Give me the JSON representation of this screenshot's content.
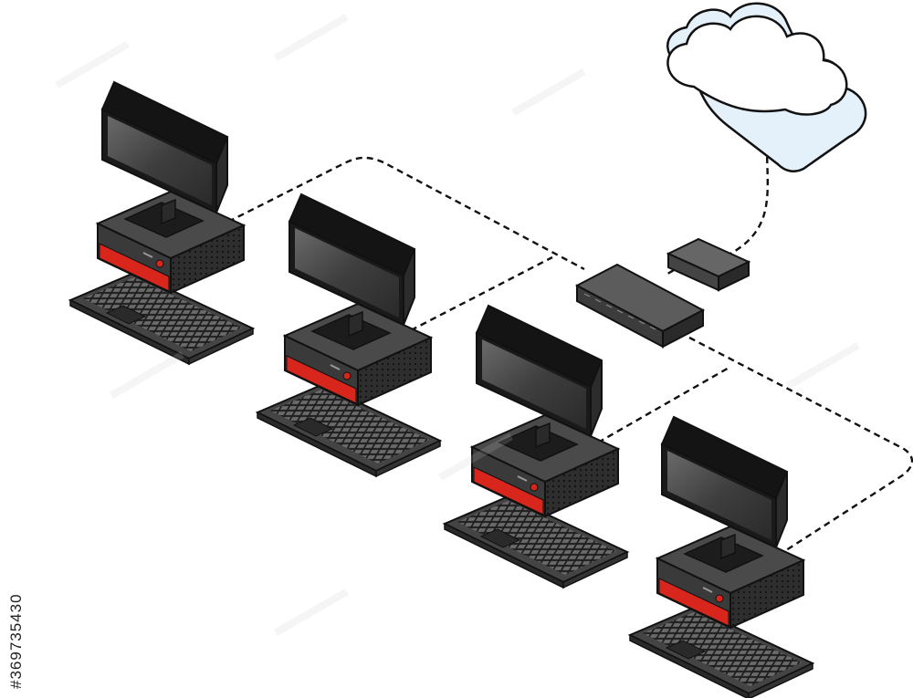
{
  "image_id_text": "#369735430",
  "diagram": {
    "nodes": [
      {
        "id": "cloud",
        "icon": "cloud-icon"
      },
      {
        "id": "modem",
        "icon": "modem-icon"
      },
      {
        "id": "switch",
        "icon": "network-switch-icon"
      },
      {
        "id": "pc-1",
        "icon": "desktop-computer-icon"
      },
      {
        "id": "pc-2",
        "icon": "desktop-computer-icon"
      },
      {
        "id": "pc-3",
        "icon": "desktop-computer-icon"
      },
      {
        "id": "pc-4",
        "icon": "desktop-computer-icon"
      }
    ],
    "links": [
      {
        "from": "cloud",
        "to": "modem",
        "style": "dashed"
      },
      {
        "from": "modem",
        "to": "switch",
        "style": "dashed"
      },
      {
        "from": "switch",
        "to": "pc-1",
        "style": "dashed"
      },
      {
        "from": "switch",
        "to": "pc-2",
        "style": "dashed"
      },
      {
        "from": "switch",
        "to": "pc-3",
        "style": "dashed"
      },
      {
        "from": "switch",
        "to": "pc-4",
        "style": "dashed"
      }
    ]
  },
  "colors": {
    "cloud_fill": "#ffffff",
    "cloud_shade": "#e4f1fb",
    "cloud_outline": "#111111",
    "device_dark": "#3c3c3c",
    "device_mid": "#555555",
    "screen": "#4a4a4a",
    "accent_red": "#d8261c",
    "link": "#111111"
  }
}
